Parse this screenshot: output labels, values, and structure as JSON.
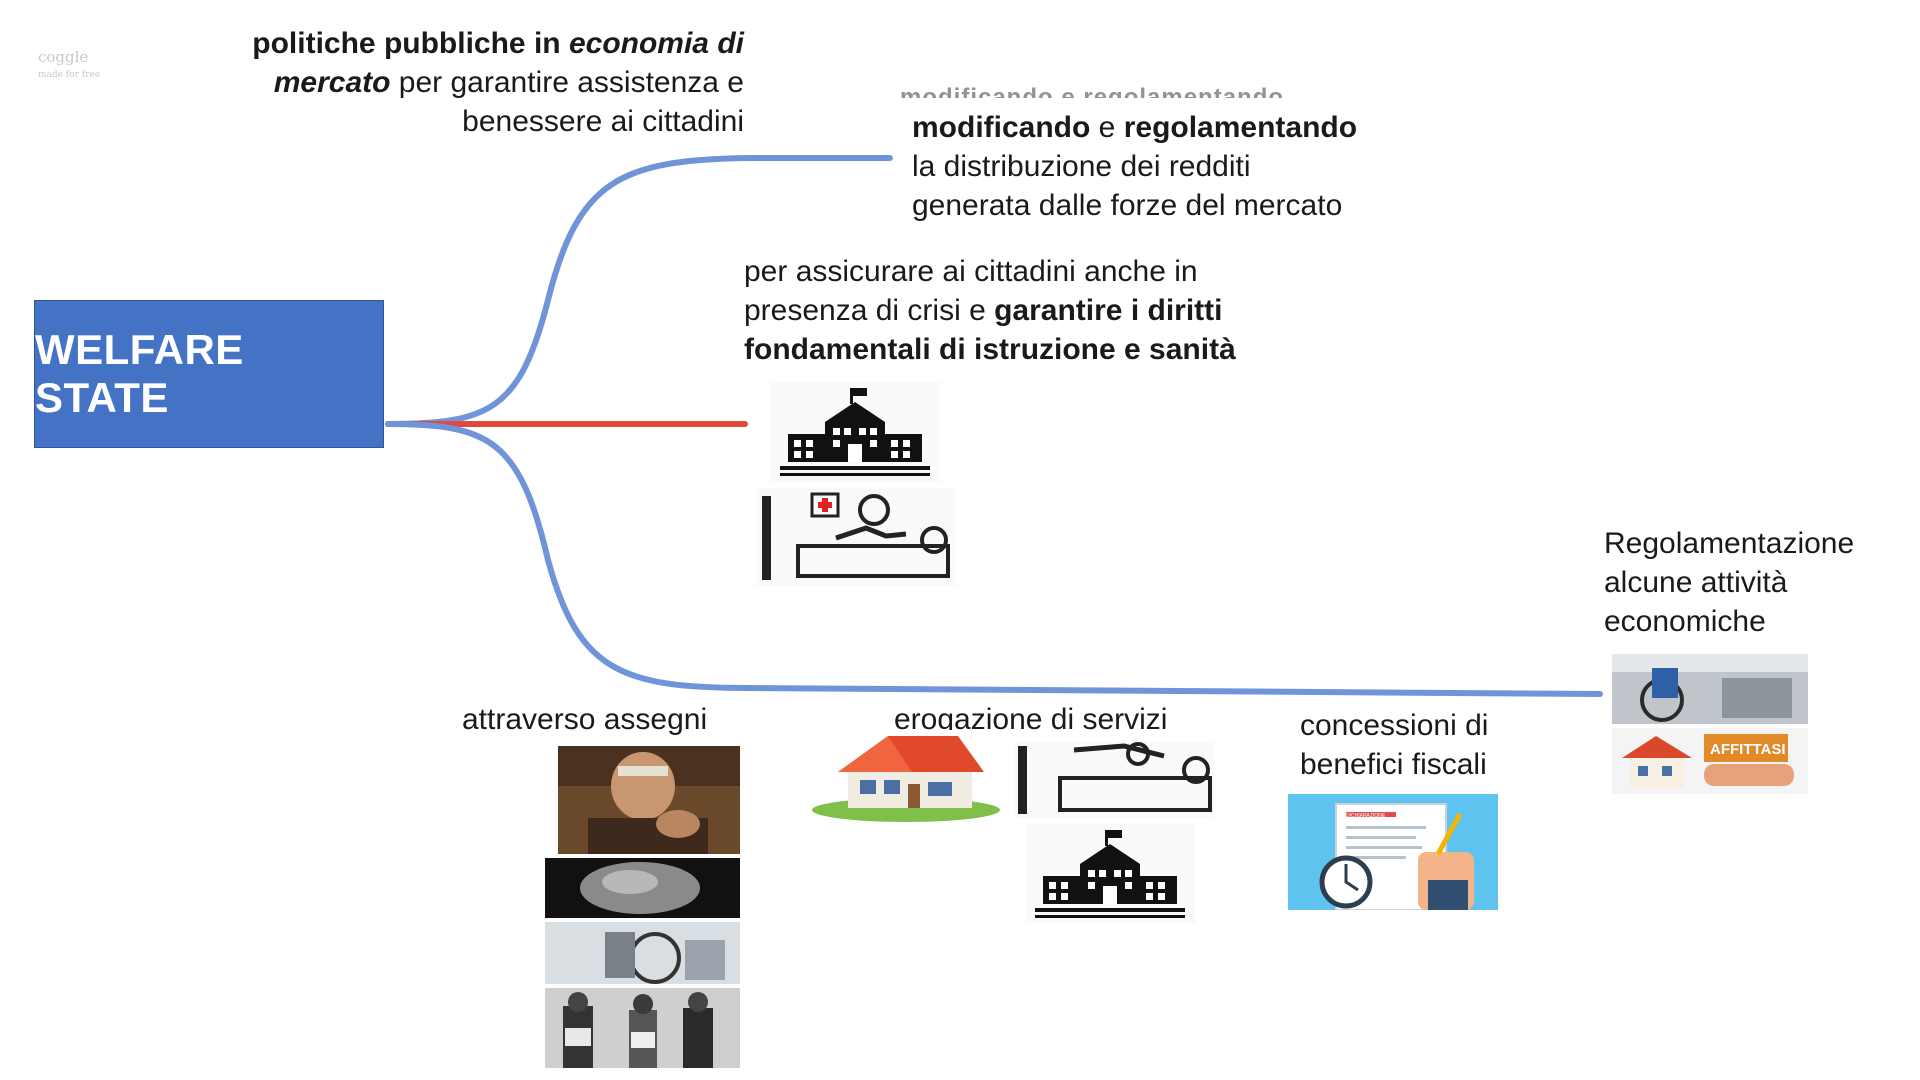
{
  "central_node": {
    "label": "WELFARE STATE"
  },
  "watermark": {
    "title": "coggle",
    "subtitle": "made for free"
  },
  "intro": {
    "part1_bold": "politiche pubbliche in ",
    "part2_bold_italic": "economia di",
    "part3_bold_italic": "mercato",
    "part4": " per garantire assistenza e",
    "part5": "benessere ai cittadini"
  },
  "blurred_ghost": {
    "text": "modificando e regolamentando"
  },
  "redistribution": {
    "bold1": "modificando",
    "mid": " e ",
    "bold2": "regolamentando",
    "line2": "la distribuzione dei redditi",
    "line3": "generata dalle forze del mercato"
  },
  "rights": {
    "line1": "per assicurare ai cittadini anche in",
    "line2_normal": "presenza di crisi e ",
    "line2_bold": "garantire i diritti",
    "line3_bold": "fondamentali di istruzione e sanità"
  },
  "branches": {
    "assegni": "attraverso assegni",
    "servizi": "erogazione di servizi",
    "fiscali_line1": "concessioni di",
    "fiscali_line2": "benefici fiscali",
    "regol_line1": "Regolamentazione",
    "regol_line2": "alcune attività",
    "regol_line3": "economiche"
  },
  "images": {
    "rent_sign": "AFFITTASI",
    "clipboard_header": "DICHIARAZIONE"
  },
  "colors": {
    "box": "#4472c4",
    "box_text": "#ffffff",
    "branch_blue": "#6f95d8",
    "branch_red": "#e04a3a"
  }
}
